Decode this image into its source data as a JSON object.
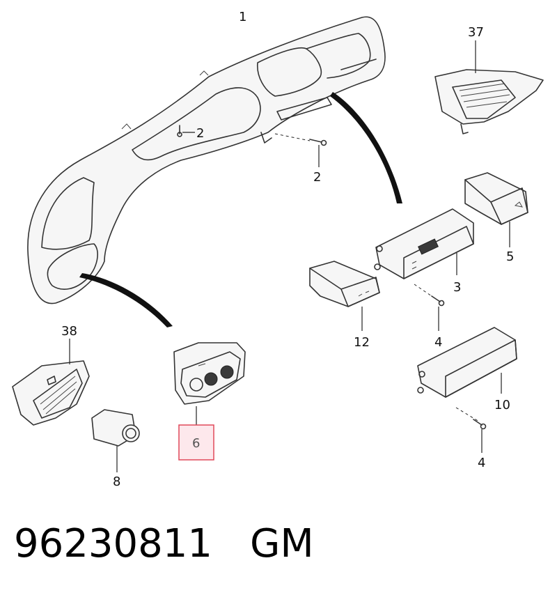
{
  "callouts": {
    "c1": "1",
    "c2a": "2",
    "c2b": "2",
    "c37": "37",
    "c5": "5",
    "c3": "3",
    "c12": "12",
    "c4a": "4",
    "c38": "38",
    "c6": "6",
    "c10": "10",
    "c8": "8",
    "c4b": "4"
  },
  "highlighted_callout": "6",
  "footer": {
    "part_number": "96230811",
    "brand": "GM"
  },
  "colors": {
    "highlight_fill": "#fde8ec",
    "highlight_border": "#e0485a"
  }
}
